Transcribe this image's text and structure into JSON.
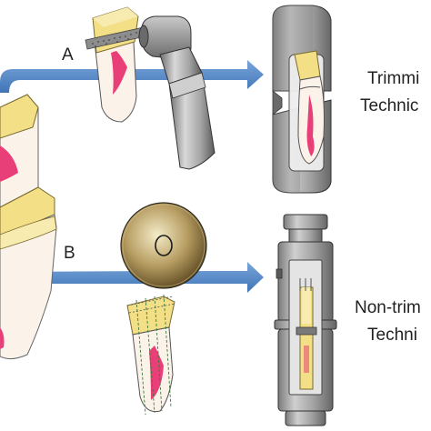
{
  "labels": {
    "panel_a": "A",
    "panel_b": "B",
    "trimming_line1": "Trimmi",
    "trimming_line2": "Technic",
    "nontrimming_line1": "Non-trim",
    "nontrimming_line2": "Techni"
  },
  "colors": {
    "arrow": "#4f86c6",
    "enamel": "#f2e08c",
    "dentin": "#fbf3ea",
    "pulp": "#e83f78",
    "steel": "#9a9a9a",
    "disc": "#8a7040"
  },
  "icons": [
    "large-tooth-icon",
    "tooth-specimen-icon",
    "handpiece-icon",
    "diamond-disc-icon",
    "trimmed-specimen-in-jig-icon",
    "nontrimmed-specimen-in-jig-icon",
    "transfer-arrow-icon"
  ]
}
